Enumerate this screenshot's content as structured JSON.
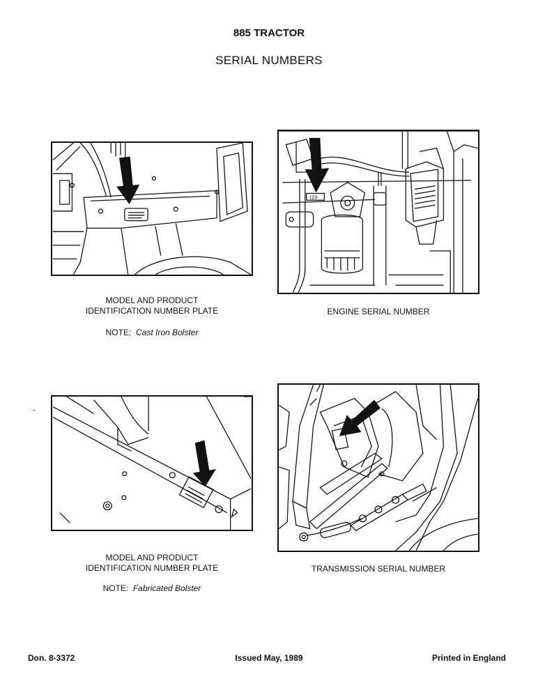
{
  "header": {
    "title": "885 TRACTOR",
    "subtitle": "SERIAL NUMBERS"
  },
  "figures": [
    {
      "caption_line1": "MODEL AND PRODUCT",
      "caption_line2": "IDENTIFICATION NUMBER PLATE",
      "note_label": "NOTE:",
      "note_text": "Cast Iron Bolster"
    },
    {
      "caption_line1": "ENGINE SERIAL NUMBER",
      "plate_text": "123"
    },
    {
      "caption_line1": "MODEL AND PRODUCT",
      "caption_line2": "IDENTIFICATION NUMBER PLATE",
      "note_label": "NOTE:",
      "note_text": "Fabricated Bolster"
    },
    {
      "caption_line1": "TRANSMISSION SERIAL NUMBER"
    }
  ],
  "footer": {
    "left": "Don. 8-3372",
    "center": "Issued May, 1989",
    "right": "Printed in England"
  }
}
